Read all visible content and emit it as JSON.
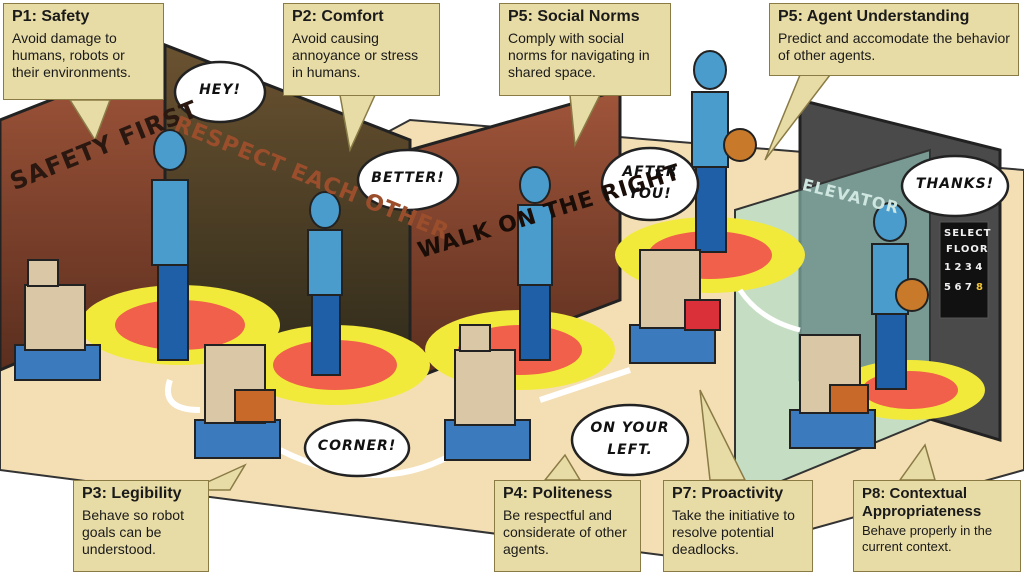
{
  "principles": [
    {
      "title": "P1: Safety",
      "desc": "Avoid damage to humans, robots or their environments."
    },
    {
      "title": "P2: Comfort",
      "desc": "Avoid causing annoyance or stress in humans."
    },
    {
      "title": "P5: Social Norms",
      "desc": "Comply with social norms for navigating in shared space."
    },
    {
      "title": "P5: Agent Understanding",
      "desc": "Predict and accomodate the behavior of other agents."
    },
    {
      "title": "P3: Legibility",
      "desc": "Behave so robot goals can be understood."
    },
    {
      "title": "P4: Politeness",
      "desc": "Be respectful and considerate of other agents."
    },
    {
      "title": "P7: Proactivity",
      "desc": "Take the initiative to resolve potential deadlocks."
    },
    {
      "title": "P8: Contextual Appropriateness",
      "desc": "Behave properly in the current context."
    }
  ],
  "bubbles": {
    "hey": "HEY!",
    "better": "BETTER!",
    "after_1": "AFTER",
    "after_2": "YOU!",
    "thanks": "THANKS!",
    "corner": "CORNER!",
    "left_1": "ON YOUR",
    "left_2": "LEFT."
  },
  "signs": {
    "safety": "SAFETY FIRST",
    "respect": "RESPECT EACH OTHER",
    "walk": "WALK ON THE RIGHT",
    "elevator": "ELEVATOR",
    "panel_1": "SELECT",
    "panel_2": "FLOOR",
    "panel_3": "1 2 3 4",
    "panel_4": "5 6 7",
    "panel_5": "8"
  },
  "colors": {
    "floor": "#f4dfb4",
    "wall": "#7a4a2e",
    "person": "#4a9ccc",
    "pants": "#1f5fa8",
    "robot": "#d9c7a5",
    "robot_base": "#3b7bbd",
    "zone_red": "#f0604a",
    "zone_yellow": "#f2ea3a",
    "callout": "#e8dca6"
  }
}
